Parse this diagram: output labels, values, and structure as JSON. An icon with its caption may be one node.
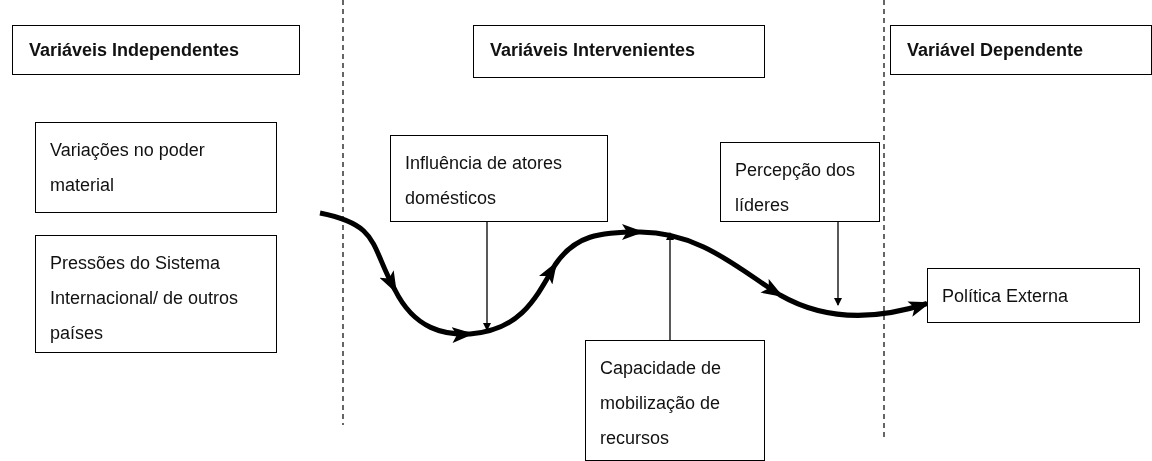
{
  "diagram": {
    "nodes": [
      {
        "text": [
          "Variáveis Independentes"
        ]
      },
      {
        "text": [
          "Variáveis Intervenientes"
        ]
      },
      {
        "text": [
          "Variável Dependente"
        ]
      },
      {
        "text": [
          "Variações no poder material"
        ]
      },
      {
        "text": [
          "Pressões do Sistema Internacional/ de outros países"
        ]
      },
      {
        "text": [
          "Influência de atores domésticos"
        ]
      },
      {
        "text": [
          "Percepção dos líderes"
        ]
      },
      {
        "text": [
          "Política Externa"
        ]
      },
      {
        "text": [
          "Capacidade de mobilização de recursos"
        ]
      }
    ],
    "edges": [
      {
        "from": null,
        "to": 7,
        "arrow": "to",
        "style": "thick"
      },
      {
        "from": 5,
        "to": null,
        "arrow": "to"
      },
      {
        "from": 8,
        "to": null,
        "arrow": "to"
      },
      {
        "from": 6,
        "to": null,
        "arrow": "to"
      }
    ]
  }
}
